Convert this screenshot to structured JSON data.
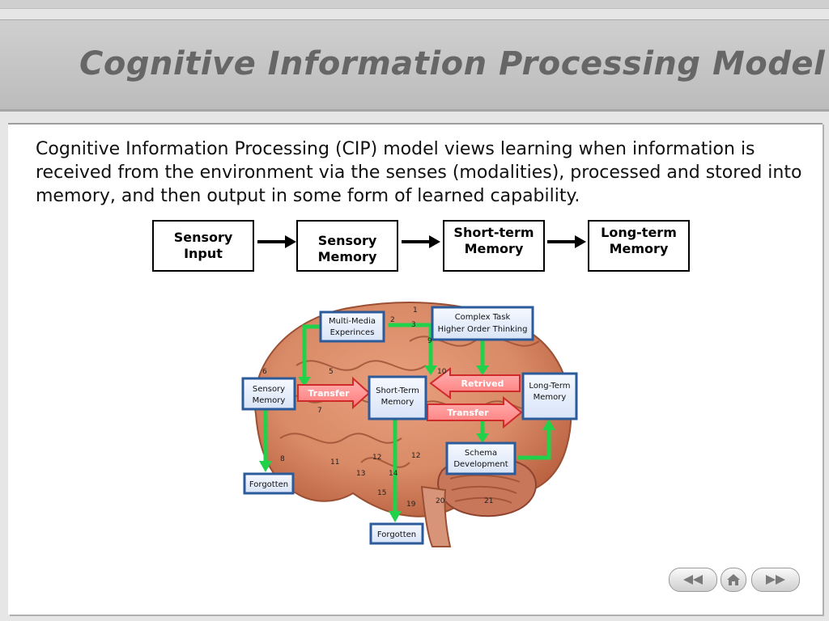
{
  "slide": {
    "title": "Cognitive Information Processing Model",
    "intro": "Cognitive Information Processing (CIP) model views learning when information is received from the environment via the senses (modalities), processed and stored into memory, and then output in some form of learned capability."
  },
  "flow": {
    "boxes": [
      {
        "line1": "Sensory",
        "line2": "Input"
      },
      {
        "line1": "Sensory",
        "line2": "Memory"
      },
      {
        "line1": "Short-term",
        "line2": "Memory"
      },
      {
        "line1": "Long-term",
        "line2": "Memory"
      }
    ]
  },
  "diagram": {
    "labels": {
      "multimedia_1": "Multi-Media",
      "multimedia_2": "Experinces",
      "complex_1": "Complex Task",
      "complex_2": "Higher Order Thinking",
      "sensory_1": "Sensory",
      "sensory_2": "Memory",
      "transfer_left": "Transfer",
      "stm_1": "Short-Term",
      "stm_2": "Memory",
      "retrived": "Retrived",
      "ltm_1": "Long-Term",
      "ltm_2": "Memory",
      "transfer_right": "Transfer",
      "schema_1": "Schema",
      "schema_2": "Development",
      "forgotten_left": "Forgotten",
      "forgotten_bottom": "Forgotten"
    },
    "numbers": [
      "1",
      "2",
      "3",
      "5",
      "6",
      "7",
      "8",
      "9",
      "10",
      "11",
      "12",
      "12",
      "13",
      "14",
      "15",
      "19",
      "20",
      "21"
    ]
  },
  "nav": {
    "prev_icon": "rewind-icon",
    "home_icon": "home-icon",
    "next_icon": "fast-forward-icon"
  }
}
